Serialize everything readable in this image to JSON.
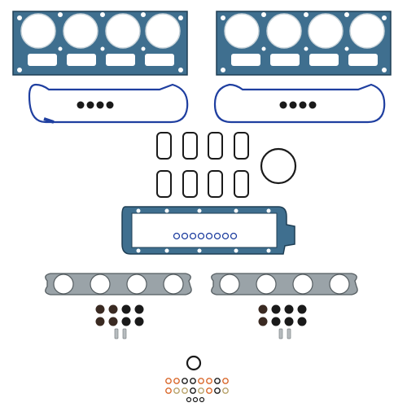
{
  "image": {
    "subject": "gasket-set-product-photo",
    "background_color": "#ffffff",
    "colors": {
      "head_gasket": "#3f6f8f",
      "head_gasket_dark": "#1f3f55",
      "blue_seal": "#1f3fa0",
      "black_rubber": "#1a1a1a",
      "multilayer_steel": "#9aa3a8",
      "orange_seal": "#d9682b",
      "brass": "#b8a26a",
      "steel_pin": "#b7bcbf"
    },
    "components": [
      {
        "name": "cylinder-head-gasket",
        "count": 2
      },
      {
        "name": "valve-cover-gasket",
        "count": 2
      },
      {
        "name": "spark-plug-tube-seal",
        "count": 8
      },
      {
        "name": "intake-port-seal",
        "count": 8
      },
      {
        "name": "o-ring-large",
        "count": 1
      },
      {
        "name": "intake-manifold-gasket",
        "count": 1
      },
      {
        "name": "exhaust-manifold-gasket",
        "count": 2
      },
      {
        "name": "valve-stem-seal",
        "count": 16
      },
      {
        "name": "dowel-pin",
        "count": 4
      },
      {
        "name": "rear-o-ring",
        "count": 1
      },
      {
        "name": "small-washer-seal",
        "count": 20
      }
    ]
  }
}
